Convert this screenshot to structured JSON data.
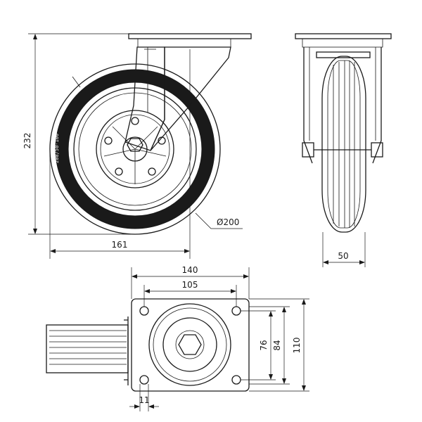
{
  "dimensions": {
    "overall_height": "232",
    "wheel_offset": "161",
    "wheel_diameter": "Ø200",
    "wheel_width": "50",
    "plate_width": "140",
    "hole_spacing_width": "105",
    "hole_spacing_depth": "76",
    "plate_inner": "84",
    "plate_depth": "110",
    "hole_diameter": "11"
  },
  "tire_marking": "200/50-100",
  "colors": {
    "line": "#1a1a1a",
    "background": "#ffffff"
  }
}
